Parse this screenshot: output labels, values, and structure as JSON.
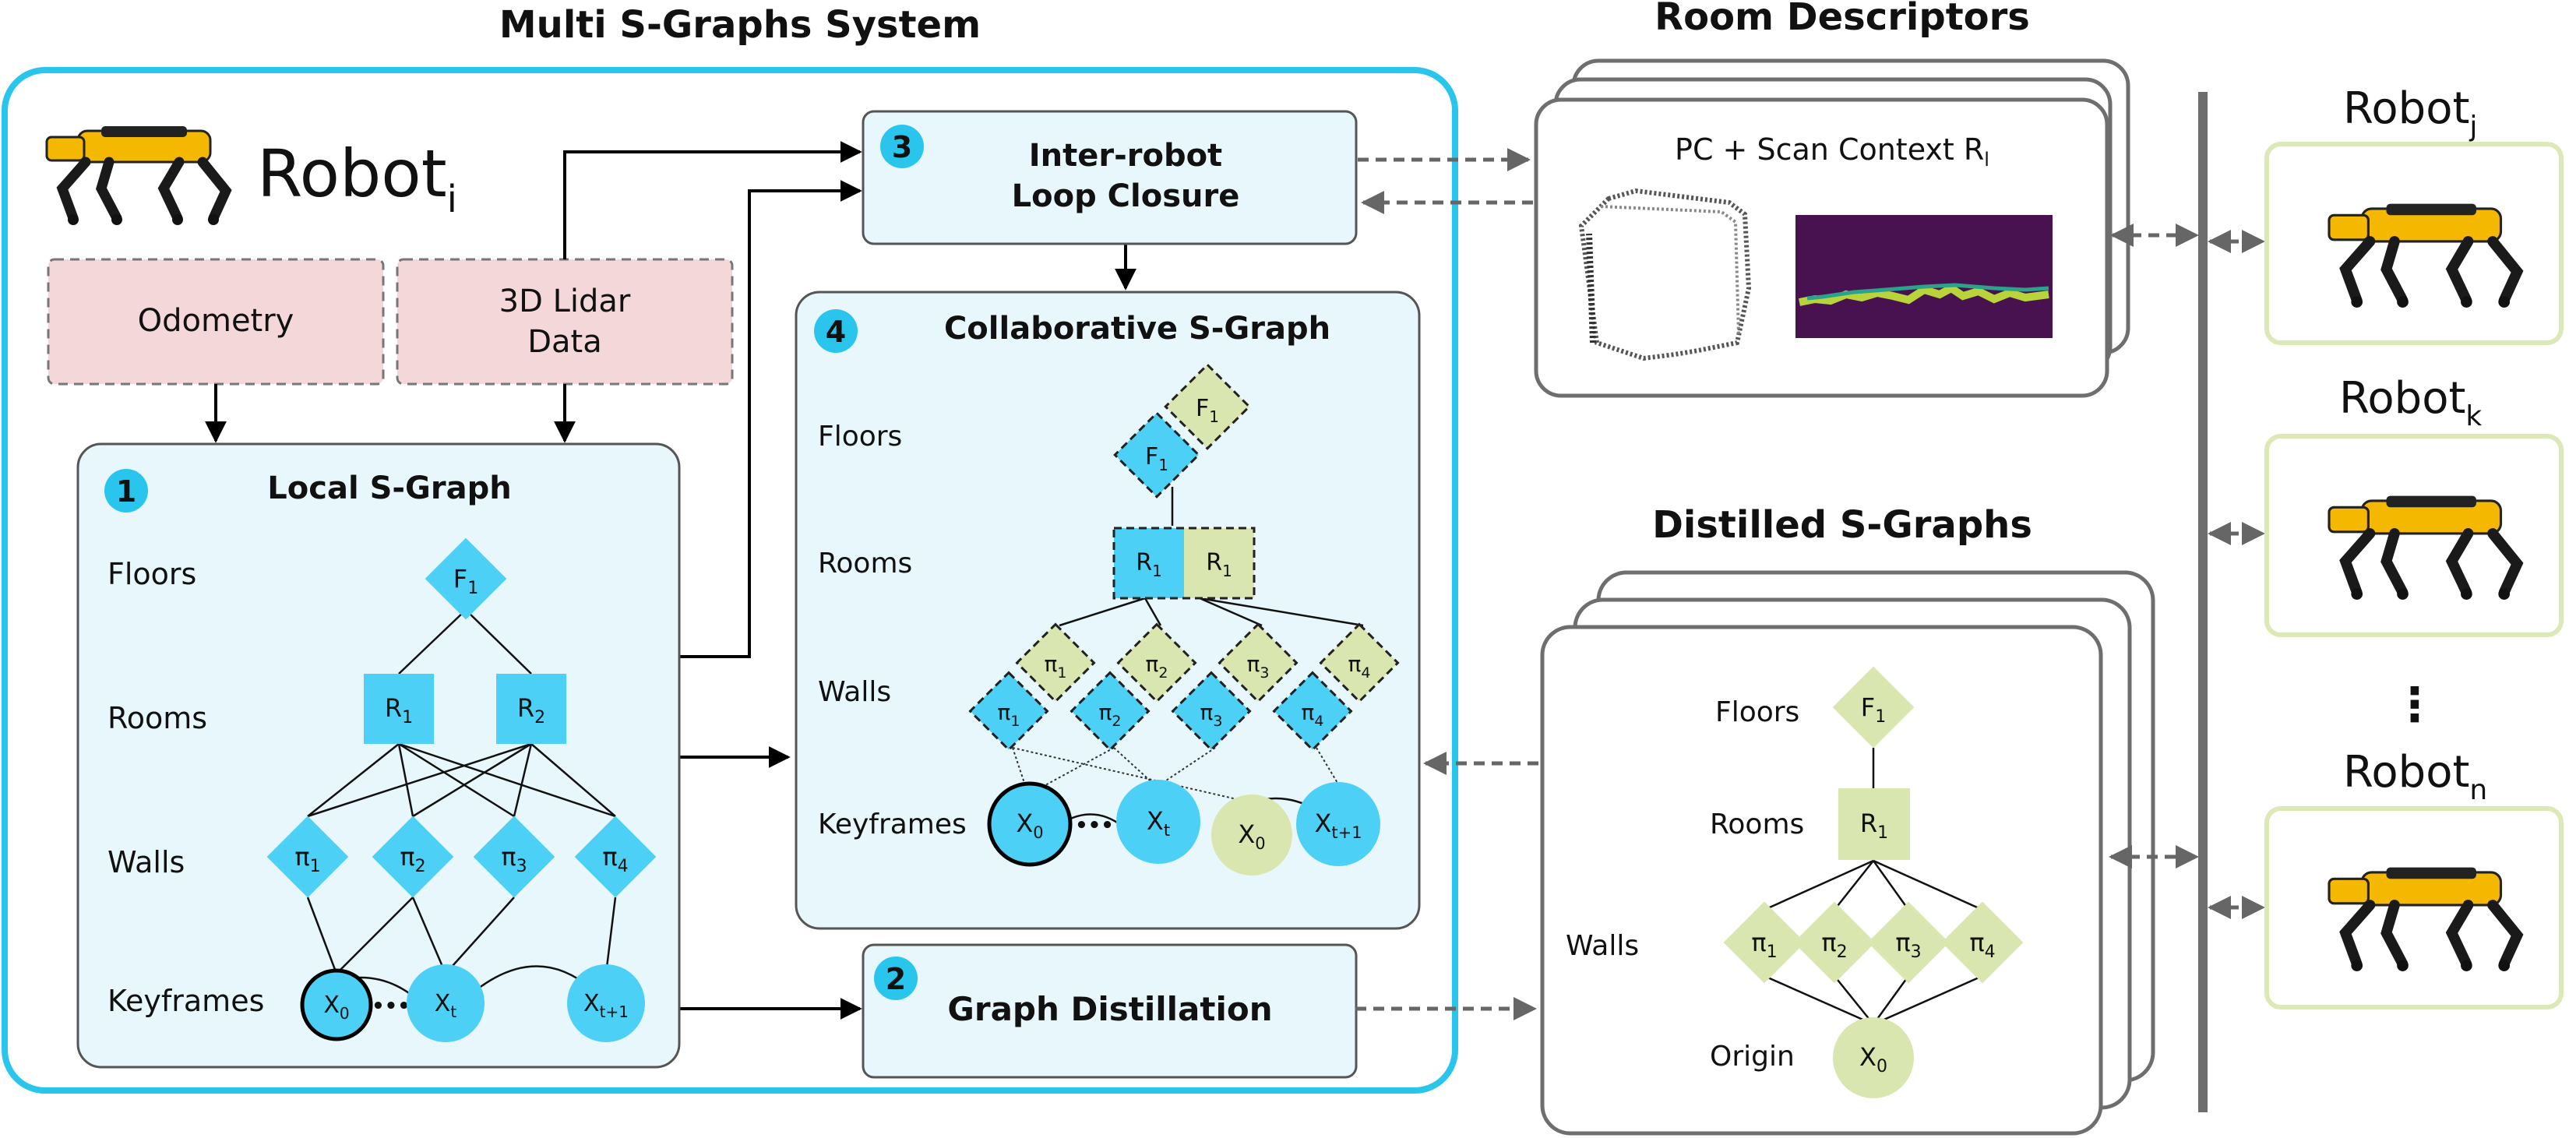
{
  "titles": {
    "system": "Multi S-Graphs System",
    "room_descriptors": "Room Descriptors",
    "distilled": "Distilled S-Graphs"
  },
  "robot_i": {
    "name": "Robot",
    "sub": "i"
  },
  "robots_right": [
    {
      "name": "Robot",
      "sub": "j"
    },
    {
      "name": "Robot",
      "sub": "k"
    },
    {
      "name": "Robot",
      "sub": "n"
    }
  ],
  "inputs": {
    "odometry": "Odometry",
    "lidar_line1": "3D Lidar",
    "lidar_line2": "Data"
  },
  "modules": {
    "local": {
      "number": "1",
      "title": "Local S-Graph"
    },
    "distillation": {
      "number": "2",
      "title": "Graph Distillation"
    },
    "loop": {
      "number": "3",
      "title_line1": "Inter-robot",
      "title_line2": "Loop Closure"
    },
    "collab": {
      "number": "4",
      "title": "Collaborative S-Graph"
    }
  },
  "levels": {
    "floors": "Floors",
    "rooms": "Rooms",
    "walls": "Walls",
    "keyframes": "Keyframes",
    "origin": "Origin"
  },
  "descriptor": {
    "label": "PC + Scan Context R",
    "sub": "l"
  },
  "nodes": {
    "floor": {
      "base": "F",
      "sub": "1"
    },
    "rooms": [
      {
        "base": "R",
        "sub": "1"
      },
      {
        "base": "R",
        "sub": "2"
      }
    ],
    "walls": [
      {
        "base": "π",
        "sub": "1"
      },
      {
        "base": "π",
        "sub": "2"
      },
      {
        "base": "π",
        "sub": "3"
      },
      {
        "base": "π",
        "sub": "4"
      }
    ],
    "kf0": {
      "base": "X",
      "sub": "0"
    },
    "kft": {
      "base": "X",
      "sub": "t"
    },
    "kft1": {
      "base": "X",
      "sub": "t+1"
    },
    "dots": "•••"
  },
  "vdots": "⋮",
  "colors": {
    "system_border": "#29c5ec",
    "module_fill": "#e8f7fc",
    "node_blue": "#4dd0f5",
    "node_green": "#dae6b0",
    "input_fill": "#f4d7d8",
    "robot_border": "#dce8b5",
    "card_border": "#6e6e6e",
    "heatmap_bg": "#47124f"
  }
}
